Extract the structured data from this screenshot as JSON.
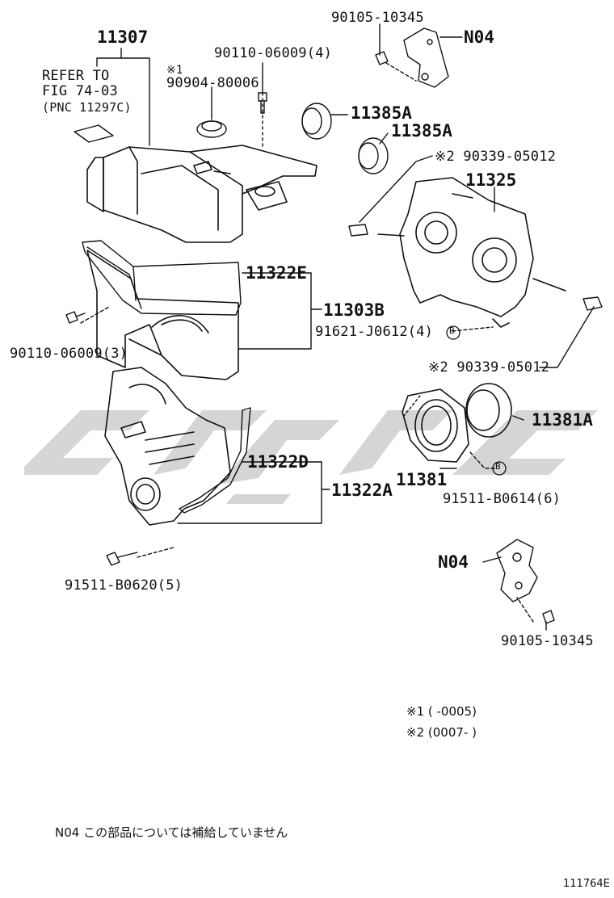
{
  "labels": {
    "p11307": "11307",
    "refer1": "REFER TO",
    "refer2": "FIG 74-03",
    "refer3": "(PNC 11297C)",
    "mark1": "※1",
    "p90904": "90904-80006",
    "p90110a": "90110-06009(4)",
    "p90105a": "90105-10345",
    "n04a": "N04",
    "p11385a1": "11385A",
    "p11385a2": "11385A",
    "p90339a": "※2 90339-05012",
    "p11325": "11325",
    "p11322e": "11322E",
    "p11303b": "11303B",
    "p91621": "91621-J0612(4)",
    "circleB1": "B",
    "p90110b": "90110-06009(3)",
    "p90339b": "※2 90339-05012",
    "p11381a": "11381A",
    "p11322d": "11322D",
    "p11322a": "11322A",
    "p11381": "11381",
    "circleB2": "B",
    "p91511a": "91511-B0614(6)",
    "p91511b": "91511-B0620(5)",
    "n04b": "N04",
    "p90105b": "90105-10345"
  },
  "notes": {
    "note1": "※1 (     -0005)",
    "note2": "※2 (0007-     )",
    "n04_note": "N04 この部品については補給していません"
  },
  "footer": {
    "code": "111764E"
  }
}
